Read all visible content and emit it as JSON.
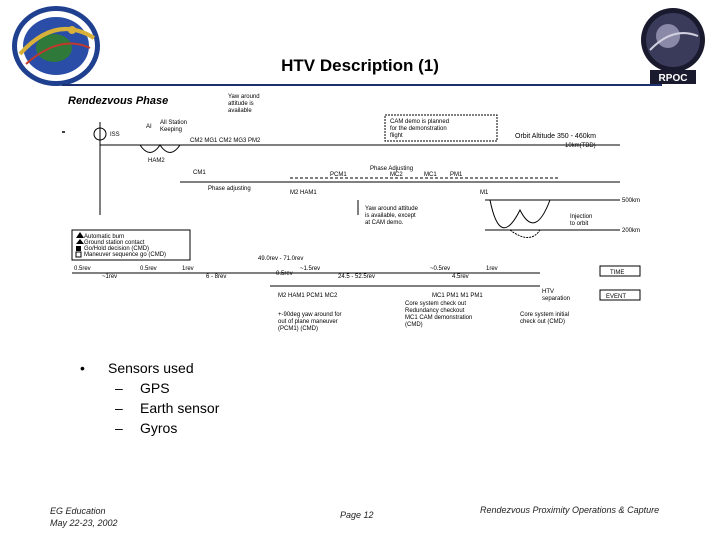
{
  "title": "HTV Description (1)",
  "diagram": {
    "heading": "Rendezvous Phase",
    "labels": {
      "iss": "ISS",
      "ai": "AI",
      "all_station": "All Station",
      "keeping": "Keeping",
      "yaw_around_1": "Yaw around",
      "attitude_is": "attitude is",
      "available": "available",
      "cmd_top": "CM2 MG1 CM2 MG3  PM2",
      "ham2": "HAM2",
      "cm1": "CM1",
      "phase_adjusting_left": "Phase adjusting",
      "orbit_altitude": "Orbit Altitude 350 - 460km",
      "tbd": "10km(TBD)",
      "cam_note_1": "CAM demo is planned",
      "cam_note_2": "for the demonstration",
      "cam_note_3": "flight",
      "phase_adjusting": "Phase Adjusting",
      "pcm1": "PCM1",
      "mc2": "MC2",
      "mc1": "MC1",
      "pm1": "PM1",
      "m1": "M1",
      "m2_ham1": "M2  HAM1",
      "yaw_around_2": "Yaw around attitude",
      "is_available_except": "is available, except",
      "at_cam_demo": "at CAM demo.",
      "km_500": "500km",
      "km_200": "200km",
      "injection": "Injection",
      "to_orbit": "to orbit",
      "legend_1": "Automatic burn",
      "legend_2": "Ground station contact",
      "legend_3": "Go/Hold decision (CMD)",
      "legend_4": "Maneuver sequence go (CMD)",
      "rev_0": "0.5rev",
      "rev_1": "~1rev",
      "rev_2": "0.5rev",
      "rev_3": "1rev",
      "rev_4": "6 - 8rev",
      "rev_5": "49.0rev - 71.0rev",
      "rev_6": "0.5rev",
      "rev_7": "~1.5rev",
      "rev_8": "24.5 - 52.5rev",
      "rev_9": "~0.5rev",
      "rev_10": "4.5rev",
      "rev_11": "1rev",
      "time": "TIME",
      "event": "EVENT",
      "event_seq": "M2 HAM1 PCM1  MC2",
      "event_seq_2": "MC1 PM1 M1 PM1",
      "htv": "HTV",
      "separation": "separation",
      "note_a1": "+-90deg yaw around for",
      "note_a2": "out of plane maneuver",
      "note_a3": "(PCM1) (CMD)",
      "note_b1": "Core system check out",
      "note_b2": "Redundancy checkout",
      "note_b3": "MC1 CAM demonstration",
      "note_b4": "(CMD)",
      "note_c1": "Core system initial",
      "note_c2": "check out (CMD)"
    }
  },
  "bullets": {
    "main": "Sensors used",
    "dot": "•",
    "dash": "–",
    "items": [
      "GPS",
      "Earth sensor",
      "Gyros"
    ]
  },
  "footer": {
    "left_line1": "EG Education",
    "left_line2": "May 22-23, 2002",
    "page": "Page 12",
    "right": "Rendezvous Proximity Operations & Capture"
  },
  "colors": {
    "title_rule": "#1c2f6e",
    "logo_blue": "#1f3f8f",
    "logo_gold": "#d8b13a",
    "logo_dark": "#1a1a2e"
  },
  "icons": {
    "left_logo": "mission-patch-logo",
    "right_logo": "rpoc-patch-logo"
  },
  "logo_text": {
    "right": "RPOC"
  }
}
